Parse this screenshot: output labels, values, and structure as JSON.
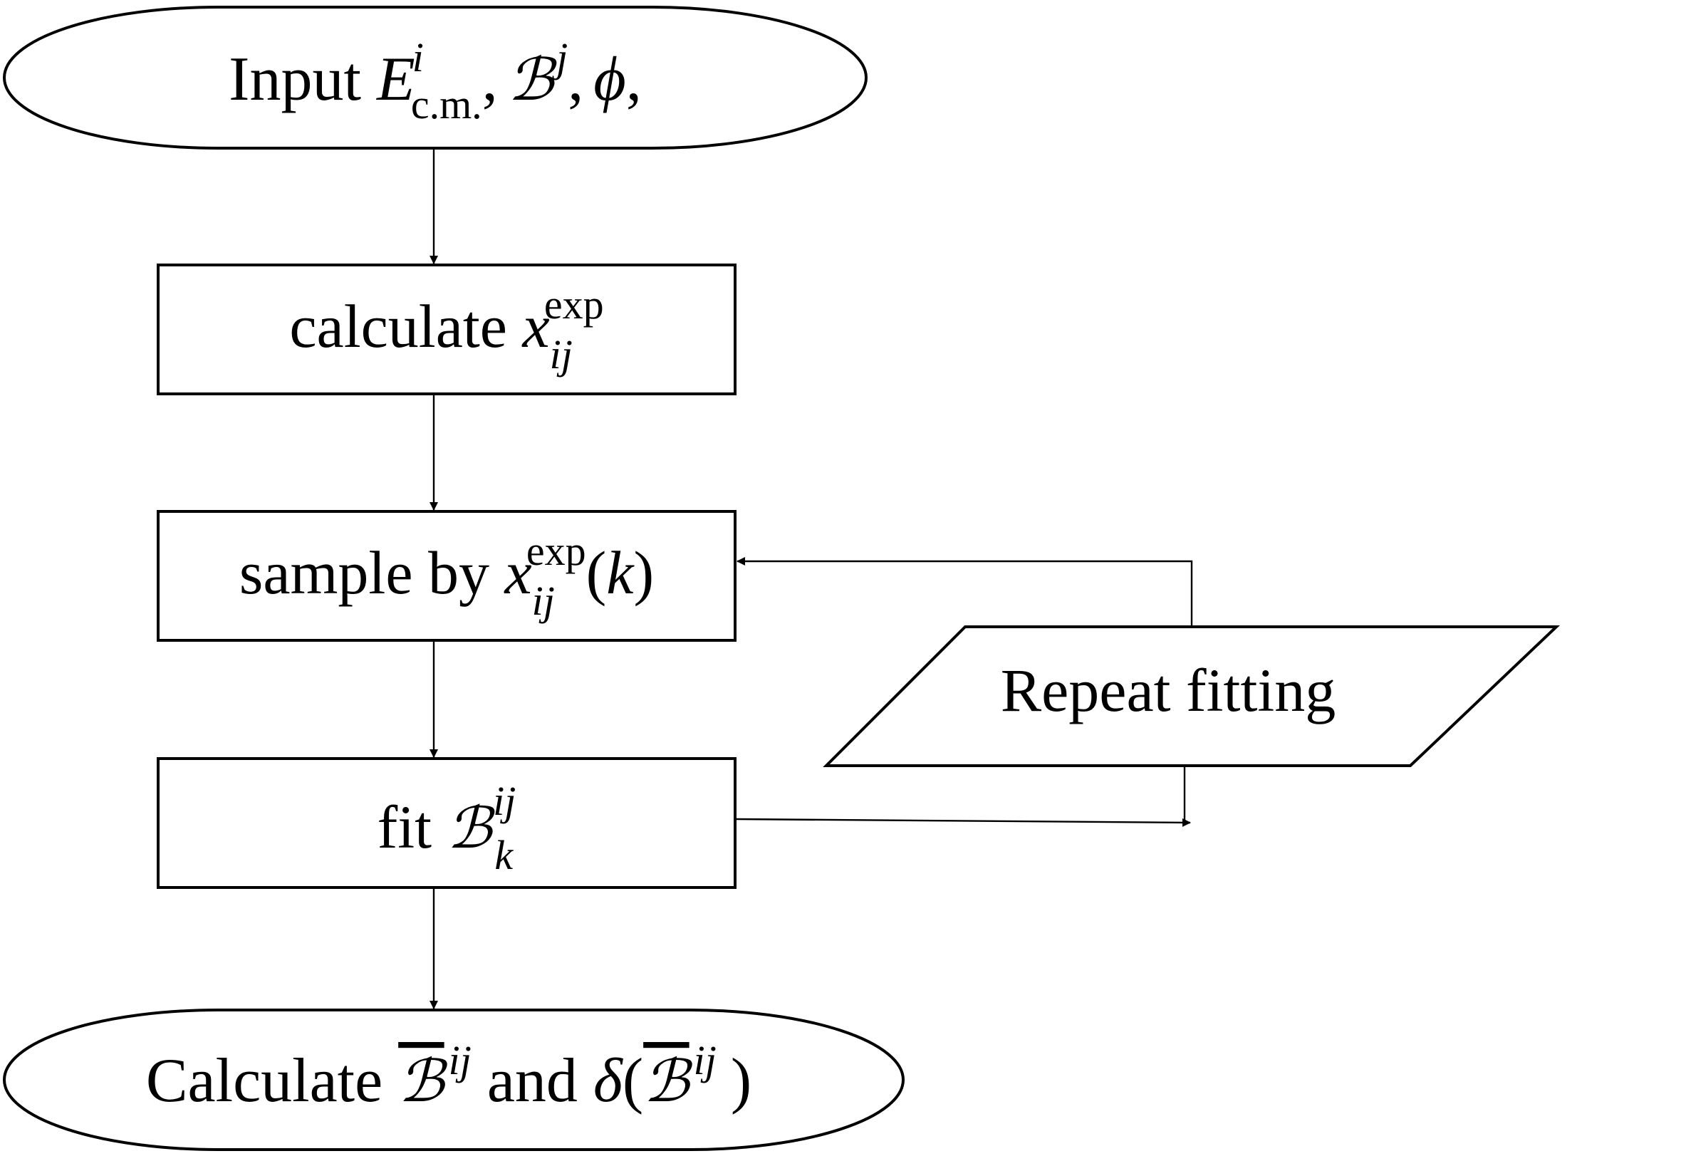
{
  "nodes": {
    "input": {
      "text": "Input",
      "sym_e": "E",
      "sym_e_sup": "i",
      "sym_e_sub": "c.m.",
      "comma1": ",",
      "sym_b": "ℬ",
      "sym_b_sup": "j",
      "comma2": ",",
      "sym_phi": "ϕ",
      "comma3": ","
    },
    "calc_x": {
      "text": "calculate",
      "sym_x": "x",
      "sym_sub": "ij",
      "sym_sup": "exp"
    },
    "sample": {
      "text": "sample by",
      "sym_x": "x",
      "sym_sub": "ij",
      "sym_sup": "exp",
      "open_paren": "(",
      "sym_k": "k",
      "close_paren": ")"
    },
    "fit": {
      "text": "fit",
      "sym_b": "ℬ",
      "sym_sub": "k",
      "sym_sup": "ij"
    },
    "result": {
      "text": "Calculate",
      "sym_b": "ℬ",
      "sym_sup": "ij",
      "and_text": "and",
      "sym_delta": "δ",
      "open_paren": "(",
      "sym_b2": "ℬ",
      "sym_sup2": "ij",
      "close_paren": ")"
    },
    "repeat": {
      "text": "Repeat fitting"
    }
  }
}
